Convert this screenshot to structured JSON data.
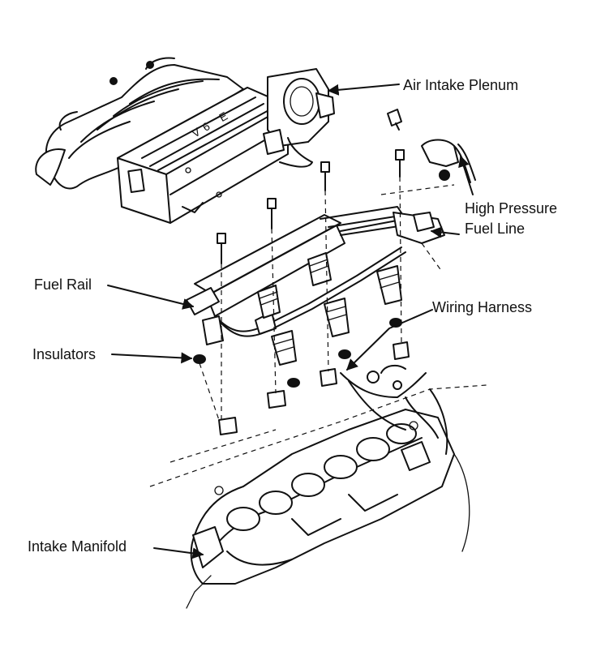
{
  "labels": {
    "air_intake_plenum": "Air Intake Plenum",
    "high_pressure": "High Pressure",
    "fuel_line": "Fuel Line",
    "fuel_rail": "Fuel Rail",
    "wiring_harness": "Wiring Harness",
    "insulators": "Insulators",
    "intake_manifold": "Intake Manifold"
  },
  "colors": {
    "ink": "#111111",
    "paper": "#ffffff"
  }
}
